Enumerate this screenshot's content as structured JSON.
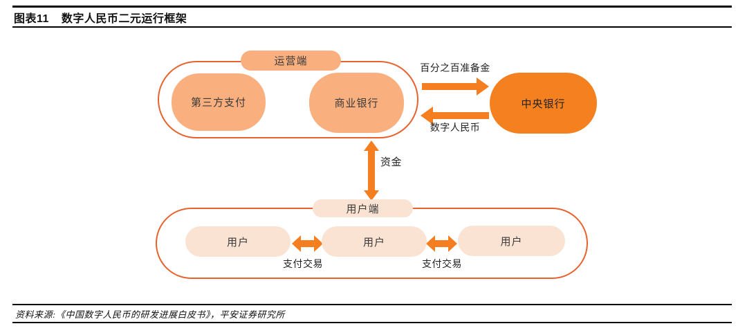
{
  "colors": {
    "light_orange": "#F9B07E",
    "dark_orange": "#F5801F",
    "peach_light": "#FBE3D3",
    "outline_orange": "#E8622D",
    "arrow_orange": "#F57E20",
    "rule_black": "#000000"
  },
  "header": {
    "figure_label": "图表11",
    "figure_title": "数字人民币二元运行框架"
  },
  "diagram": {
    "operator_side": {
      "tag": "运营端",
      "nodes": [
        {
          "label": "第三方支付"
        },
        {
          "label": "商业银行"
        }
      ]
    },
    "central_bank": {
      "label": "中央银行"
    },
    "flows": {
      "reserve_label": "百分之百准备金",
      "digital_rmb_label": "数字人民币",
      "funds_label": "资金",
      "payment_labels": [
        "支付交易",
        "支付交易"
      ]
    },
    "user_side": {
      "tag": "用户端",
      "nodes": [
        {
          "label": "用户"
        },
        {
          "label": "用户"
        },
        {
          "label": "用户"
        }
      ]
    }
  },
  "footer": {
    "source": "资料来源:《中国数字人民币的研发进展白皮书》，平安证券研究所"
  }
}
